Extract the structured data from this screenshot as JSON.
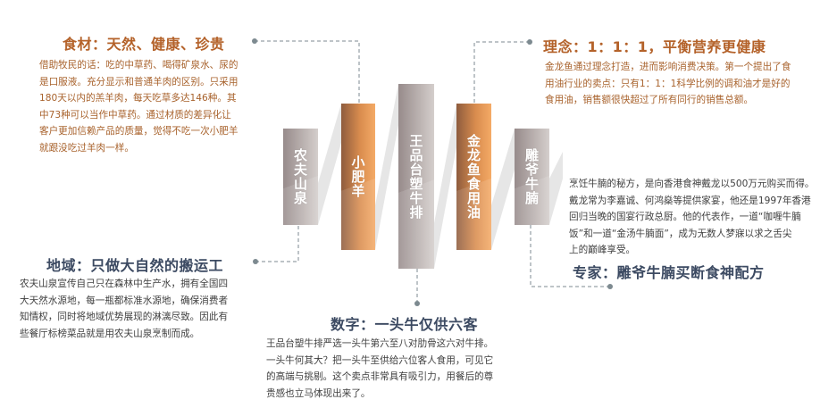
{
  "colors": {
    "accent_orange": "#b4622a",
    "slate": "#3c4a62",
    "connector": "#7d8a90",
    "shadow": "#e4e4e4"
  },
  "pillars": [
    {
      "label": "农夫山泉",
      "style": "gray"
    },
    {
      "label": "小肥羊",
      "style": "orange"
    },
    {
      "label": "王品台塑牛排",
      "style": "gray"
    },
    {
      "label": "金龙鱼食用油",
      "style": "orange"
    },
    {
      "label": "雕爷牛腩",
      "style": "gray"
    }
  ],
  "food": {
    "title": "食材：天然、健康、珍贵",
    "lines": [
      "借助牧民的话：吃的中草药、喝得矿泉水、尿的",
      "是口服液。充分显示和普通羊肉的区别。只采用",
      "180天以内的羔羊肉，每天吃草多达146种。其",
      "中73种可以当作中草药。通过材质的差异化让",
      "客户更加信赖产品的质量，觉得不吃一次小肥羊",
      "就跟没吃过羊肉一样。"
    ]
  },
  "concept": {
    "title": "理念：1：1：1，平衡营养更健康",
    "lines": [
      "金龙鱼通过理念打造，进而影响消费决策。第一个提出了食",
      "用油行业的卖点：只有1：1：1科学比例的调和油才是好的",
      "食用油，销售额很快超过了所有同行的销售总额。"
    ]
  },
  "expert": {
    "title": "专家：雕爷牛腩买断食神配方",
    "lines": [
      "烹饪牛腩的秘方，是向香港食神戴龙以500万元购买而得。",
      "戴龙常为李嘉诚、何鸿燊等提供家宴，他还是1997年香港",
      "回归当晚的国宴行政总厨。他的代表作，一道“咖喱牛腩",
      "饭”和一道“金汤牛腩面”，成为无数人梦寐以求之舌尖",
      "上的巅峰享受。"
    ]
  },
  "region": {
    "title": "地域：只做大自然的搬运工",
    "lines": [
      "农夫山泉宣传自己只在森林中生产水，拥有全国四",
      "大天然水源地，每一瓶都标准水源地，确保消费者",
      "知情权，同时将地域优势展现的淋漓尽致。因此有",
      "些餐厅标榜菜品就是用农夫山泉烹制而成。"
    ]
  },
  "number": {
    "title": "数字：一头牛仅供六客",
    "lines": [
      "王品台塑牛排严选一头牛第六至八对肋骨这六对牛排。",
      "一头牛何其大？把一头牛至供给六位客人食用，可见它",
      "的高端与挑剔。这个卖点非常具有吸引力，用餐后的尊",
      "贵感也立马体现出来了。"
    ]
  }
}
